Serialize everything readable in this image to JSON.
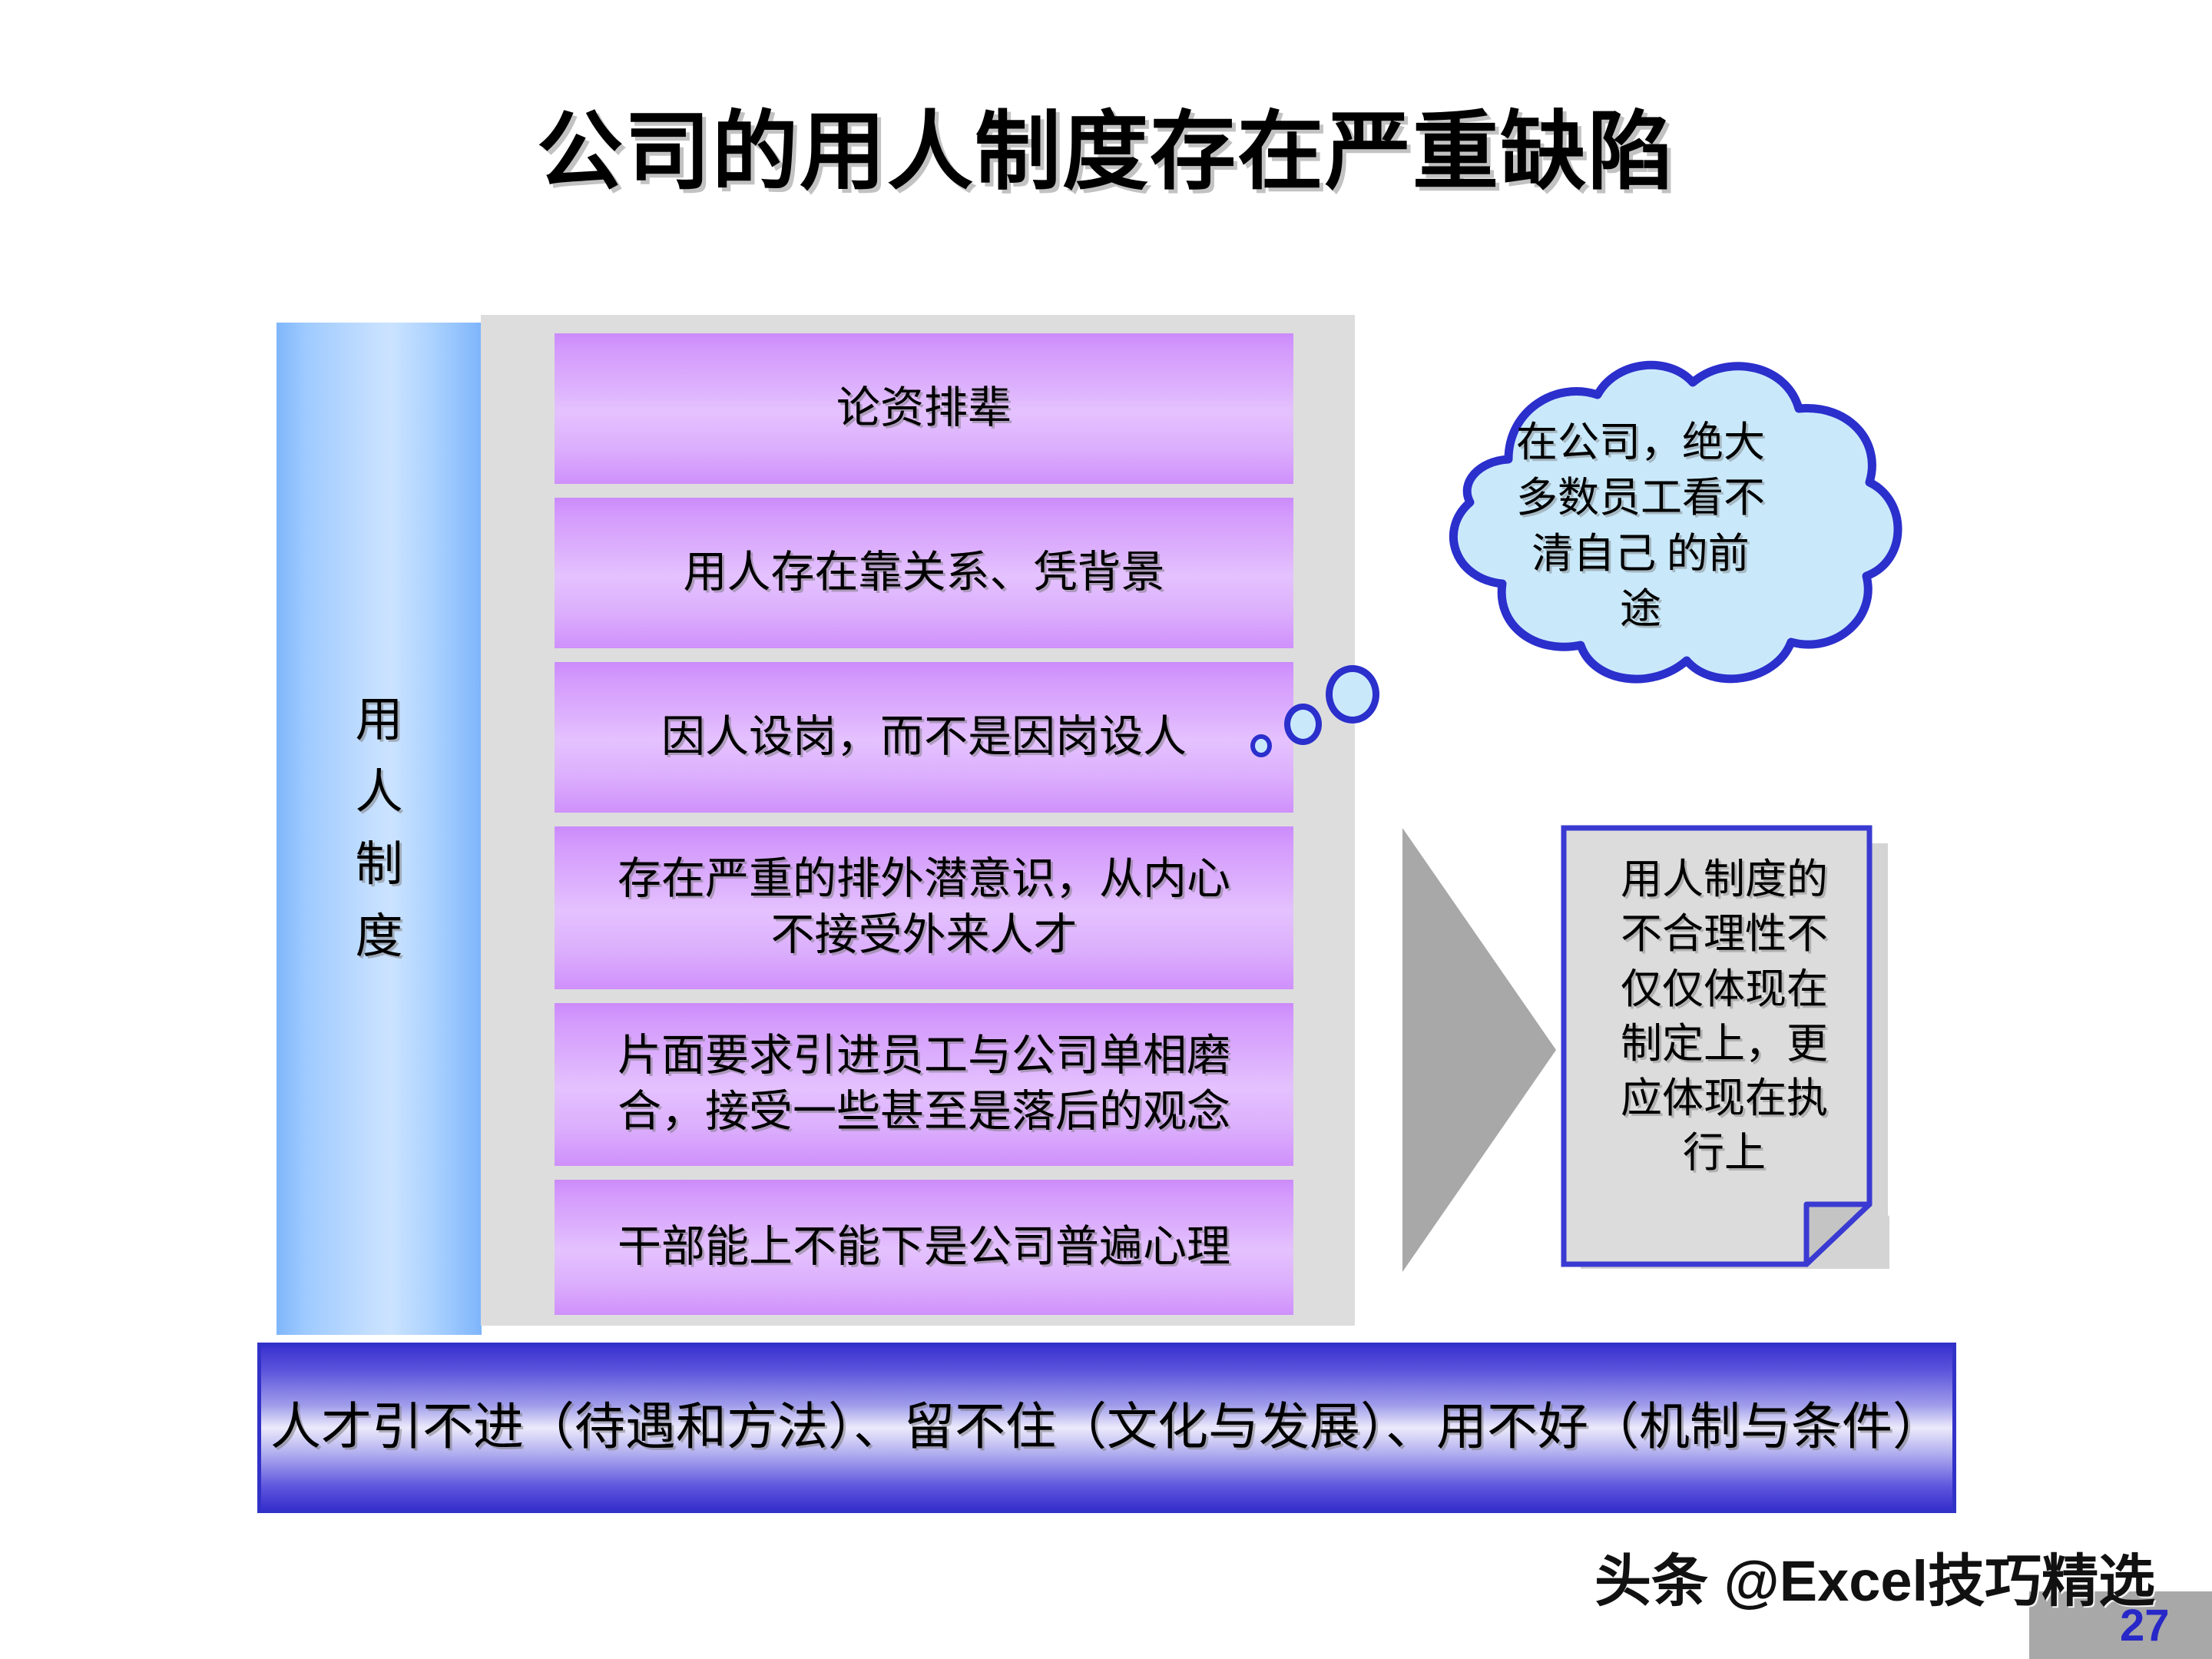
{
  "slide": {
    "title": "公司的用人制度存在严重缺陷",
    "page_number": "27",
    "watermark": "头条 @Excel技巧精选"
  },
  "vertical_bar": {
    "label_chars": [
      "用",
      "人",
      "制",
      "度"
    ]
  },
  "issue_rows": [
    {
      "text": "论资排辈"
    },
    {
      "text": "用人存在靠关系、凭背景"
    },
    {
      "text": "因人设岗，而不是因岗设人"
    },
    {
      "text": "存在严重的排外潜意识，从内心\n不接受外来人才"
    },
    {
      "text": "片面要求引进员工与公司单相磨\n合，接受一些甚至是落后的观念"
    },
    {
      "text": "干部能上不能下是公司普遍心理"
    }
  ],
  "thought_cloud": {
    "text": "在公司，绝大\n多数员工看不\n清自己 的前\n途"
  },
  "note": {
    "text": "用人制度的\n不合理性不\n仅仅体现在\n制定上，更\n应体现在执\n行上"
  },
  "bottom_banner": {
    "text": "人才引不进（待遇和方法）、留不住（文化与发展）、用不好（机制与条件）"
  },
  "colors": {
    "purple_row_mid": "#e4c2fe",
    "purple_row_edge": "#cb8bfb",
    "blue_bar_mid": "#cbe3ff",
    "blue_bar_edge": "#7fb6fb",
    "grey_panel": "#dddddd",
    "cloud_fill": "#c9e9fb",
    "cloud_stroke": "#2b2fcc",
    "arrow_grey": "#a8a8a8",
    "note_fill": "#dcdcdc",
    "note_stroke": "#3a3ad2",
    "banner_border": "#3232c8",
    "banner_deep": "#3a33cf",
    "page_number": "#2828c8"
  }
}
